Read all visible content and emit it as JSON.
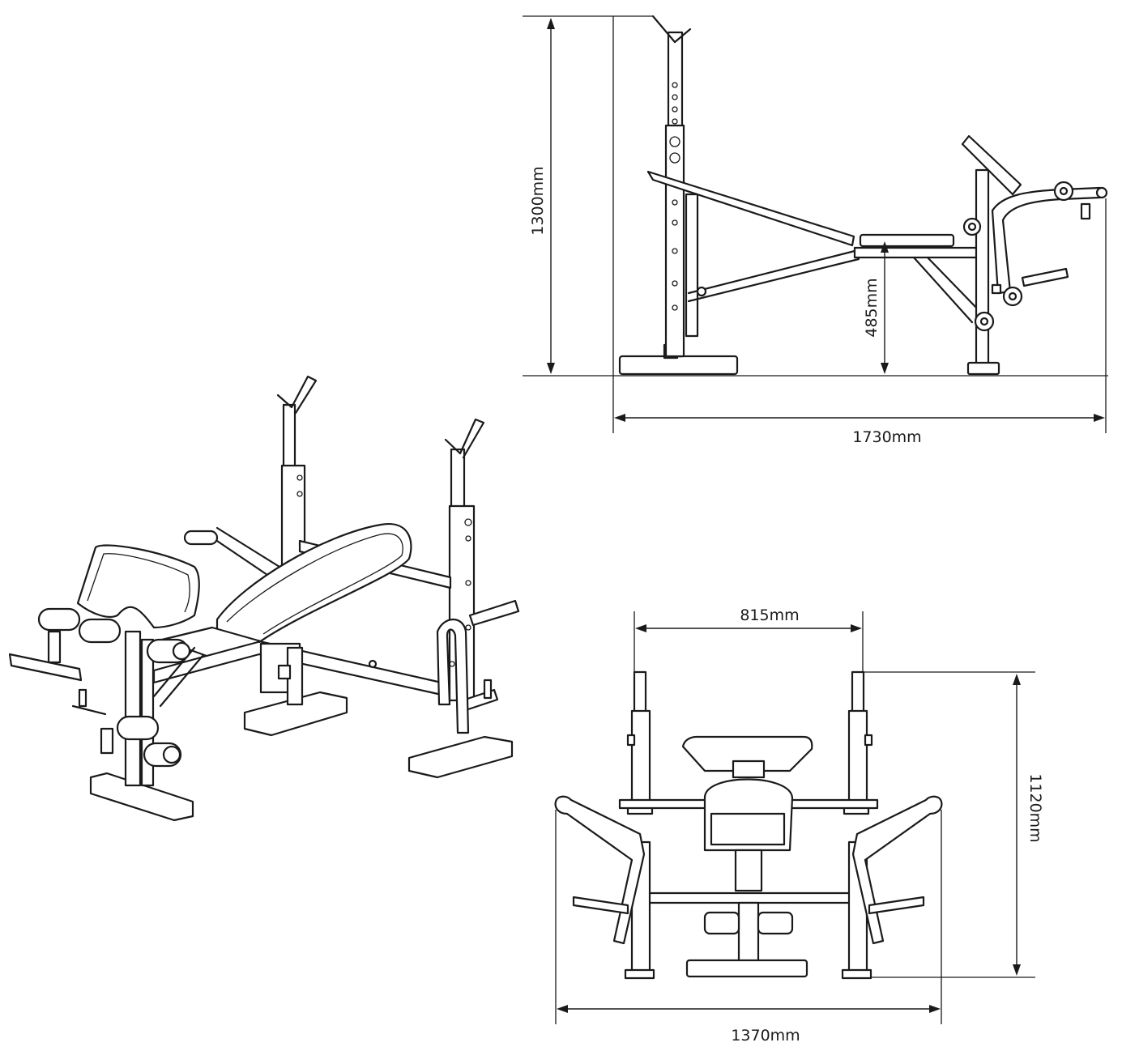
{
  "dimensions": {
    "height_total": "1300mm",
    "seat_height": "485mm",
    "length_total": "1730mm",
    "upright_spacing": "815mm",
    "width_total": "1370mm",
    "depth_total": "1120mm"
  },
  "colors": {
    "line": "#1a1a1a",
    "background": "#ffffff"
  }
}
